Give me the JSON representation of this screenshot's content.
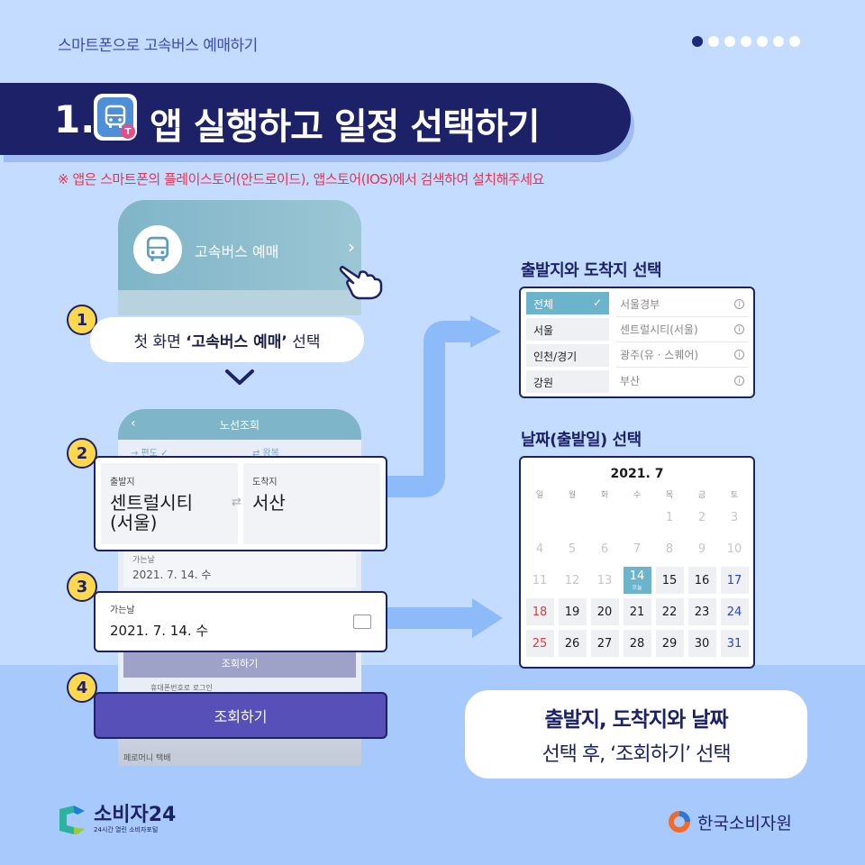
{
  "header": {
    "series_title": "스마트폰으로 고속버스 예매하기",
    "page_indicator": {
      "total": 7,
      "active": 1
    }
  },
  "banner": {
    "number": "1.",
    "title": "앱 실행하고 일정 선택하기"
  },
  "note": "※ 앱은 스마트폰의 플레이스토어(안드로이드), 앱스토어(IOS)에서 검색하여 설치해주세요",
  "step1": {
    "num": "1",
    "phone_label": "고속버스 예매",
    "caption_pre": "첫 화면 ",
    "caption_bold": "‘고속버스 예매’",
    "caption_post": " 선택"
  },
  "phone2": {
    "header_title": "노선조회",
    "tab_oneway": "→ 편도 ✓",
    "tab_round": "⇄ 왕복",
    "date_label": "가는날",
    "date_value": "2021. 7. 14. 수",
    "search_btn": "조회하기",
    "mini_text": "휴대폰번호로 로그인",
    "footer_text": "페로머니 택배"
  },
  "step2": {
    "num": "2",
    "depart_label": "출발지",
    "depart_value": "센트럴시티\n(서울)",
    "arrive_label": "도착지",
    "arrive_value": "서산"
  },
  "step3": {
    "num": "3",
    "date_label": "가는날",
    "date_value": "2021. 7. 14. 수"
  },
  "step4": {
    "num": "4",
    "button_label": "조회하기"
  },
  "region_panel": {
    "title": "출발지와 도착지 선택",
    "regions": [
      "전체",
      "서울",
      "인천/경기",
      "강원"
    ],
    "selected_mark": "✓",
    "terminals": [
      "서울경부",
      "센트럴시티(서울)",
      "광주(유 · 스퀘어)",
      "부산"
    ]
  },
  "calendar_panel": {
    "title": "날짜(출발일) 선택",
    "month": "2021. 7",
    "weekdays": [
      "일",
      "월",
      "화",
      "수",
      "목",
      "금",
      "토"
    ],
    "today_sub": "오늘",
    "rows": [
      [
        "",
        "",
        "",
        "",
        "1",
        "2",
        "3"
      ],
      [
        "4",
        "5",
        "6",
        "7",
        "8",
        "9",
        "10"
      ],
      [
        "11",
        "12",
        "13",
        "14",
        "15",
        "16",
        "17"
      ],
      [
        "18",
        "19",
        "20",
        "21",
        "22",
        "23",
        "24"
      ],
      [
        "25",
        "26",
        "27",
        "28",
        "29",
        "30",
        "31"
      ]
    ],
    "today": "14"
  },
  "summary": {
    "line1": "출발지, 도착지와 날짜",
    "line2": "선택 후, ‘조회하기’ 선택"
  },
  "footer": {
    "left_logo": "소비자24",
    "left_sub": "24시간 열린 소비자포털",
    "right_logo": "한국소비자원"
  },
  "colors": {
    "background": "#c4dcff",
    "banner": "#1d2268",
    "accent_yellow": "#ffd84d",
    "button_purple": "#5650b8",
    "note_red": "#e6334f",
    "selected_teal": "#6cb3cc"
  }
}
